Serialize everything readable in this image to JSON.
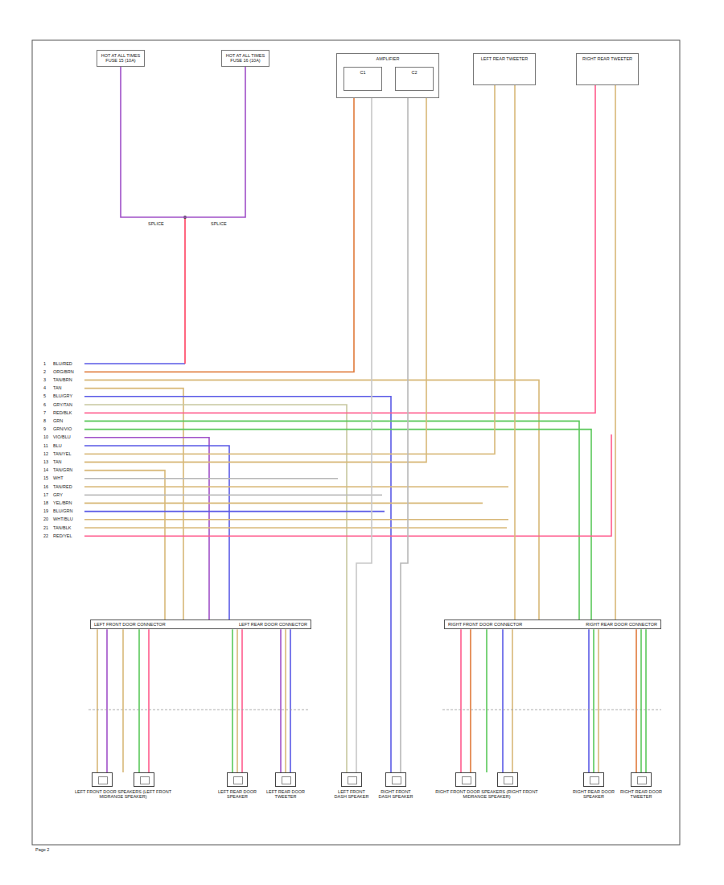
{
  "diagram": {
    "nodes": [
      {
        "text": [
          "HOT AT ALL TIMES",
          "FUSE 15 (10A)"
        ]
      },
      {
        "text": [
          "HOT AT ALL TIMES",
          "FUSE 16 (10A)"
        ]
      },
      {
        "text": [
          "AMPLIFIER"
        ]
      },
      {
        "text": [
          "C1"
        ],
        "in": 2
      },
      {
        "text": [
          "C2"
        ],
        "in": 2
      },
      {
        "text": [
          "LEFT REAR TWEETER"
        ]
      },
      {
        "text": [
          "RIGHT REAR TWEETER"
        ]
      },
      {
        "text": [
          "LEFT FRONT DOOR CONNECTOR",
          "LEFT REAR DOOR CONNECTOR"
        ]
      },
      {
        "text": [
          "RIGHT FRONT DOOR CONNECTOR",
          "RIGHT REAR DOOR CONNECTOR"
        ]
      },
      {
        "text": [
          "LEFT FRONT DOOR SPEAKERS (LEFT FRONT MIDRANGE SPEAKER)"
        ]
      },
      {
        "text": [
          "LEFT REAR DOOR SPEAKER"
        ]
      },
      {
        "text": [
          "LEFT REAR DOOR TWEETER"
        ]
      },
      {
        "text": [
          "LEFT FRONT DASH SPEAKER"
        ]
      },
      {
        "text": [
          "RIGHT FRONT DASH SPEAKER"
        ]
      },
      {
        "text": [
          "RIGHT FRONT DOOR SPEAKERS (RIGHT FRONT MIDRANGE SPEAKER)"
        ]
      },
      {
        "text": [
          "RIGHT REAR DOOR SPEAKER"
        ]
      },
      {
        "text": [
          "RIGHT REAR DOOR TWEETER"
        ]
      }
    ],
    "edges": [
      {
        "from": 0,
        "to": 1,
        "arrow": "none"
      },
      {
        "from": 2,
        "to": 12,
        "arrow": "none"
      },
      {
        "from": 2,
        "to": 13,
        "arrow": "none"
      },
      {
        "from": 5,
        "to": 8,
        "arrow": "none"
      },
      {
        "from": 6,
        "to": 8,
        "arrow": "none"
      },
      {
        "from": 7,
        "to": 9,
        "arrow": "none"
      },
      {
        "from": 7,
        "to": 10,
        "arrow": "none"
      },
      {
        "from": 7,
        "to": 11,
        "arrow": "none"
      },
      {
        "from": 8,
        "to": 14,
        "arrow": "none"
      },
      {
        "from": 8,
        "to": 15,
        "arrow": "none"
      },
      {
        "from": 8,
        "to": 16,
        "arrow": "none"
      }
    ],
    "labels": [
      "1",
      "BLU/RED",
      "2",
      "ORG/BRN",
      "3",
      "TAN/BRN",
      "4",
      "TAN",
      "5",
      "BLU/GRY",
      "6",
      "GRY/TAN",
      "7",
      "RED/BLK",
      "8",
      "GRN",
      "9",
      "GRN/VIO",
      "10",
      "VIO/BLU",
      "11",
      "BLU",
      "12",
      "TAN/YEL",
      "13",
      "TAN",
      "14",
      "TAN/GRN",
      "15",
      "WHT",
      "16",
      "TAN/RED",
      "17",
      "GRY",
      "18",
      "YEL/BRN",
      "19",
      "BLU/GRN",
      "20",
      "WHT/BLU",
      "21",
      "TAN/BLK",
      "22",
      "RED/YEL",
      "SPLICE",
      "SPLICE",
      "Page 2"
    ]
  }
}
